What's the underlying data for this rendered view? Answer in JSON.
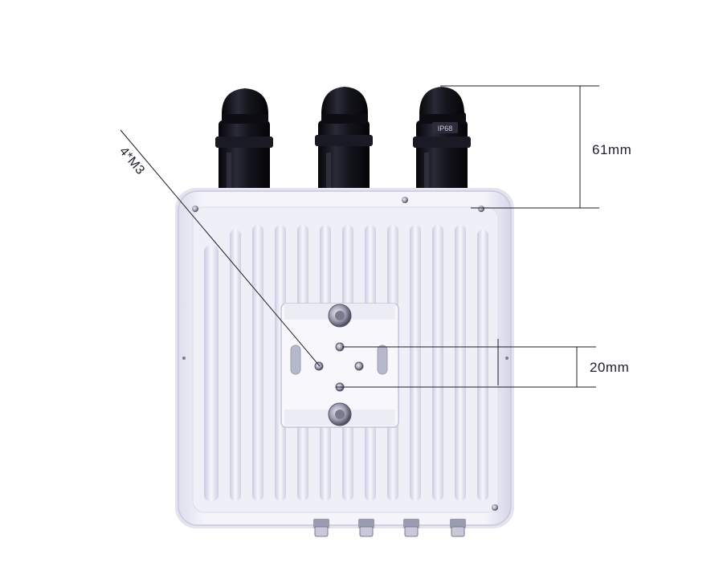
{
  "dimensions": {
    "gland_height": "61mm",
    "mount_hole_spacing": "20mm",
    "screw_spec": "4*M3"
  },
  "gland_marking": "IP68",
  "colors": {
    "gland": "#101018",
    "body": "#f2f2f8",
    "body_shadow": "#d2d2e4",
    "rib": "#d8d8ea",
    "bracket": "#f6f6fb",
    "dimension_line": "#1e1e2a",
    "accent_tint": "#9090d8"
  }
}
